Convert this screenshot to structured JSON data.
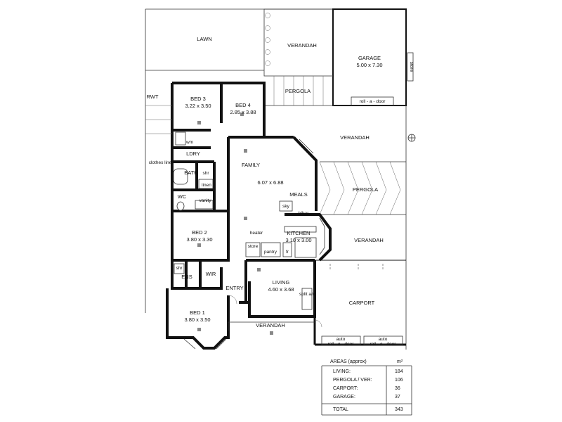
{
  "rooms": {
    "lawn": "LAWN",
    "verandah_top": "VERANDAH",
    "garage": "GARAGE",
    "garage_dims": "5.00 x 7.30",
    "store_side": "store",
    "rwt": "RWT",
    "bed3": "BED 3",
    "bed3_dims": "3.22 x 3.50",
    "bed4": "BED 4",
    "bed4_dims": "2.85 x 3.88",
    "pergola_top": "PERGOLA",
    "roll_door_garage": "roll - a - door",
    "verandah_right": "VERANDAH",
    "wm": "wm",
    "ldry": "LDRY",
    "clothes_line": "clothes line",
    "bath": "BATH",
    "shr1": "shr",
    "linen": "linen",
    "family": "FAMILY",
    "family_dims": "6.07 x 6.88",
    "meals": "MEALS",
    "sky": "sky",
    "bbar": "b/bar",
    "pergola_right": "PERGOLA",
    "wc": "WC",
    "vanity": "vanity",
    "bed2": "BED 2",
    "bed2_dims": "3.80 x 3.30",
    "heater": "heater",
    "kitchen": "KITCHEN",
    "kitchen_dims": "3.10 x 3.00",
    "store": "store",
    "pantry": "pantry",
    "fr": "fr",
    "verandah_mid": "VERANDAH",
    "shr2": "shr",
    "wir": "WIR",
    "ens": "ENS",
    "living": "LIVING",
    "living_dims": "4.60 x 3.68",
    "split_ac": "split a/c",
    "entry": "ENTRY",
    "carport": "CARPORT",
    "bed1": "BED 1",
    "bed1_dims": "3.80 x 3.50",
    "verandah_bottom": "VERANDAH",
    "auto_roll_1a": "auto",
    "auto_roll_1b": "roll - a - door",
    "auto_roll_2a": "auto",
    "auto_roll_2b": "roll - a - door"
  },
  "areas": {
    "header_label": "AREAS (approx)",
    "header_unit": "m²",
    "rows": [
      {
        "label": "LIVING:",
        "value": "184"
      },
      {
        "label": "PERGOLA / VER:",
        "value": "106"
      },
      {
        "label": "CARPORT:",
        "value": "36"
      },
      {
        "label": "GARAGE:",
        "value": "37"
      }
    ],
    "total_label": "TOTAL",
    "total_value": "343"
  }
}
